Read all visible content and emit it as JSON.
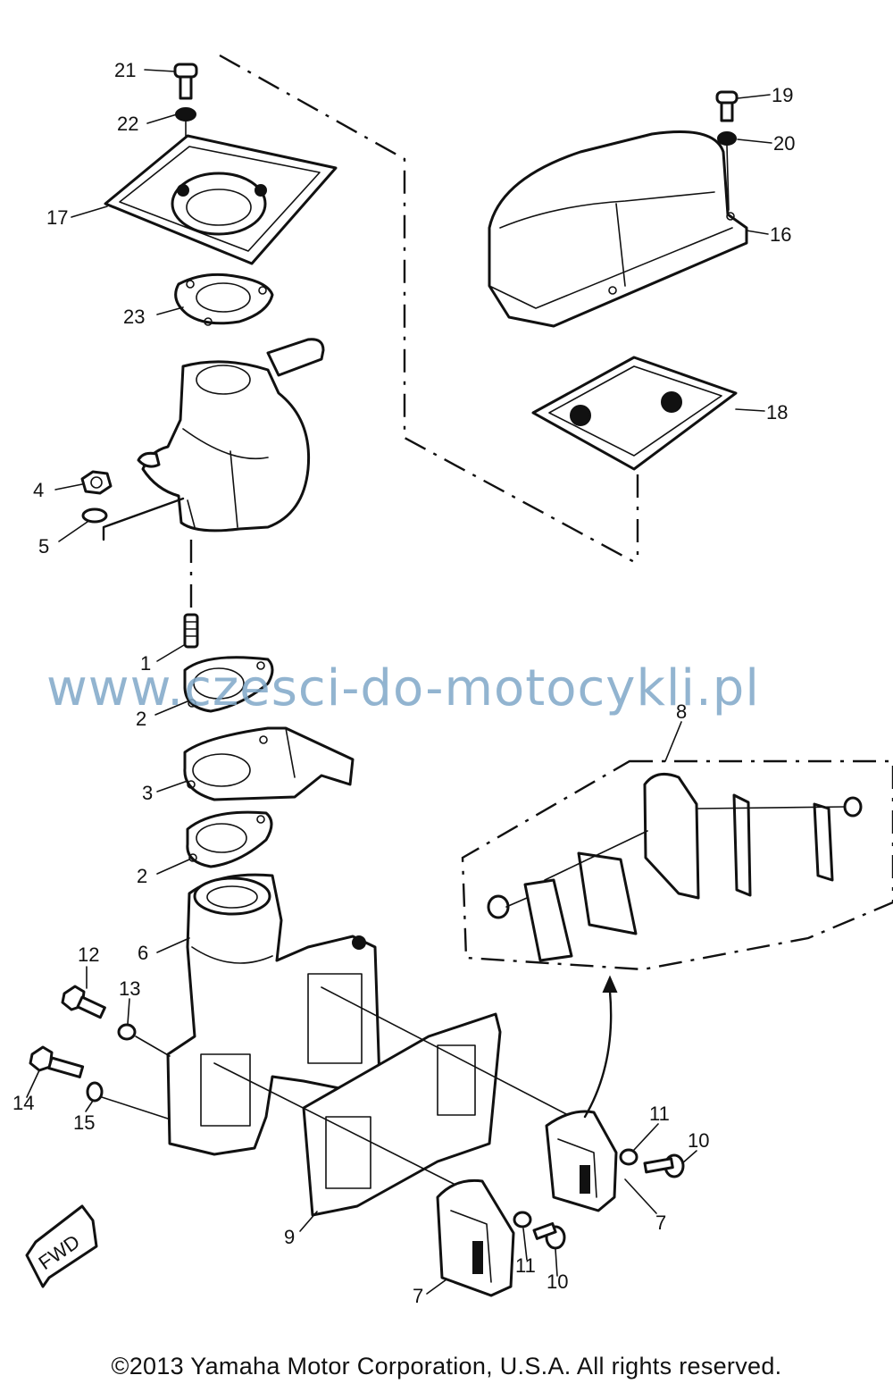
{
  "callouts": {
    "c1": "1",
    "c2a": "2",
    "c2b": "2",
    "c3": "3",
    "c4": "4",
    "c5": "5",
    "c6": "6",
    "c7a": "7",
    "c7b": "7",
    "c8": "8",
    "c9": "9",
    "c10a": "10",
    "c10b": "10",
    "c11a": "11",
    "c11b": "11",
    "c12": "12",
    "c13": "13",
    "c14": "14",
    "c15": "15",
    "c16": "16",
    "c17": "17",
    "c18": "18",
    "c19": "19",
    "c20": "20",
    "c21": "21",
    "c22": "22",
    "c23": "23"
  },
  "fwd_label": "FWD",
  "watermark": "www.czesci-do-motocykli.pl",
  "copyright": "©2013 Yamaha Motor Corporation, U.S.A. All rights reserved."
}
